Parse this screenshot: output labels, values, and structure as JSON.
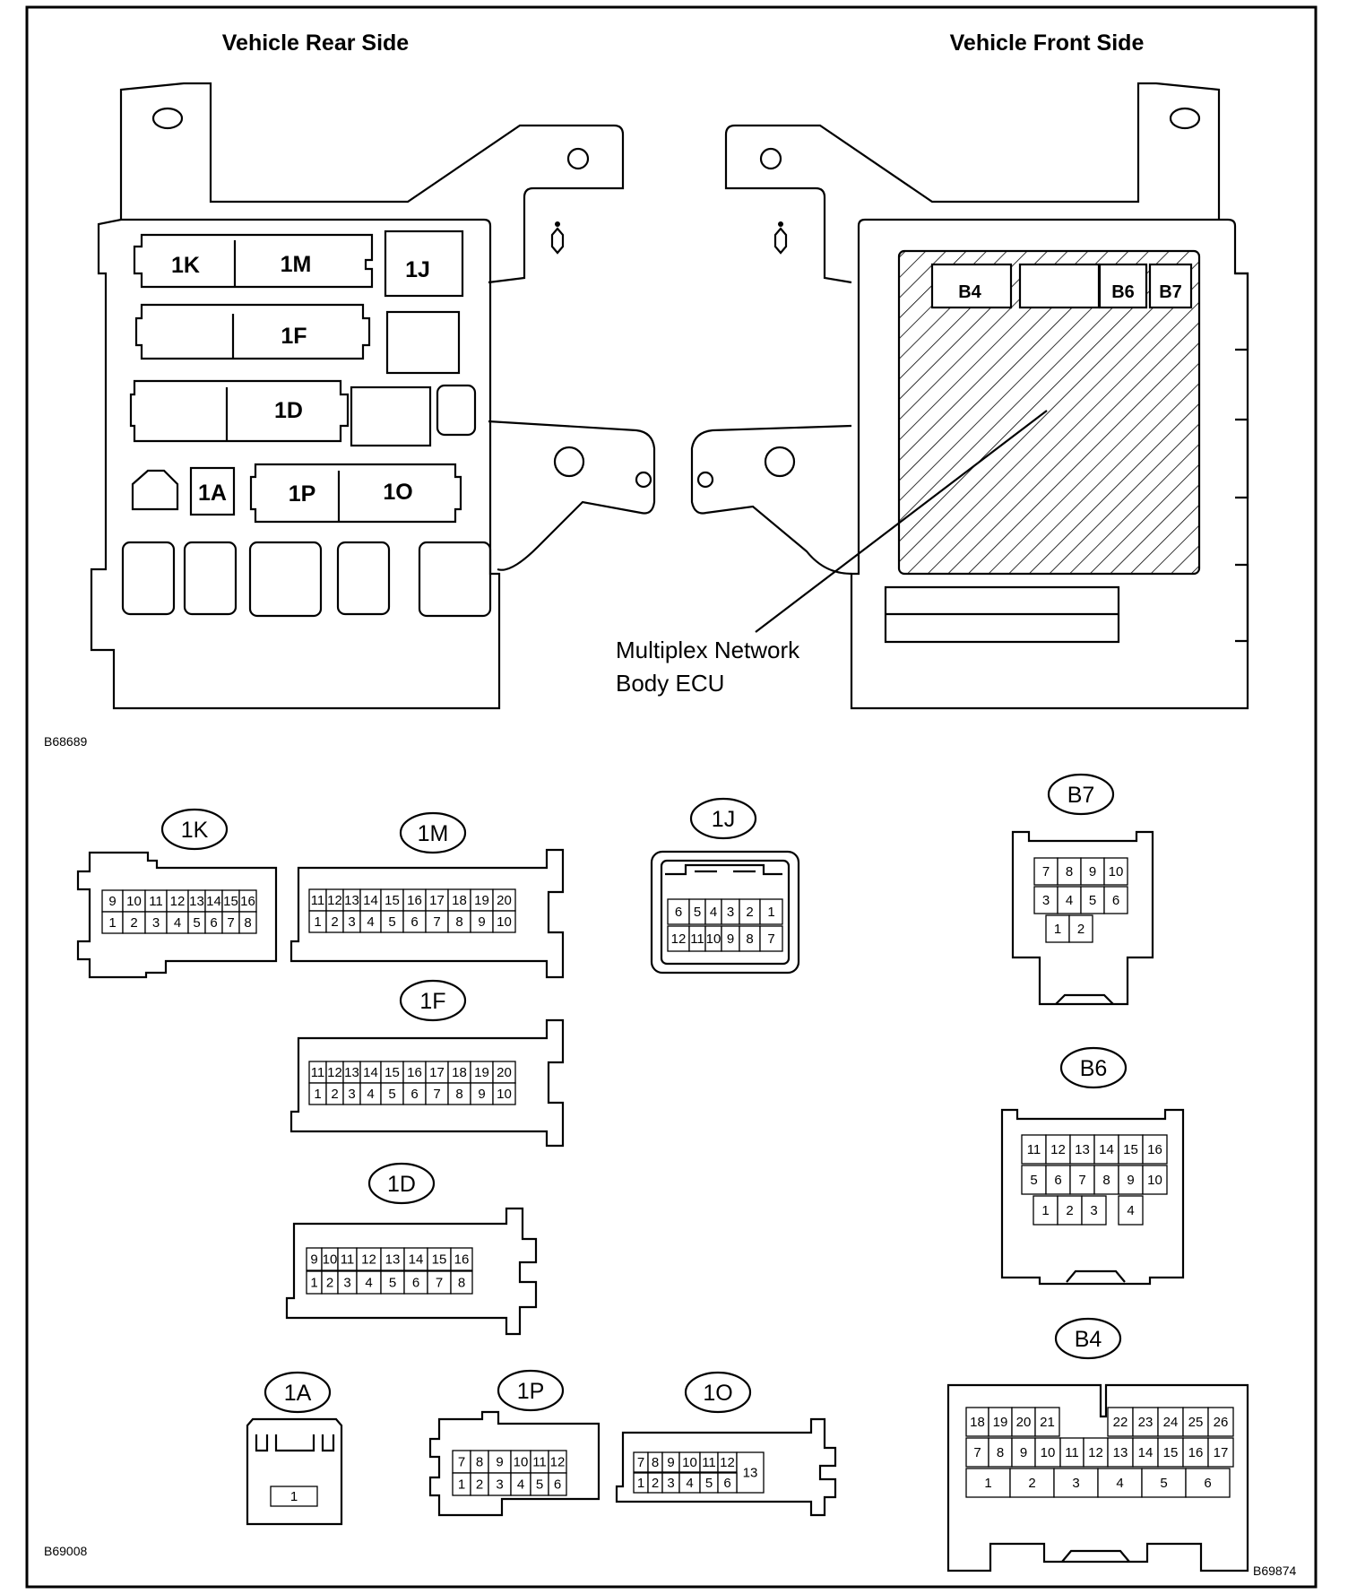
{
  "diagram": {
    "rear_title": "Vehicle Rear Side",
    "front_title": "Vehicle Front Side",
    "ecu_label_line1": "Multiplex Network",
    "ecu_label_line2": "Body ECU",
    "figure_ids": {
      "top": "B68689",
      "bottom_left": "B69008",
      "bottom_right": "B69874"
    },
    "rear_blocks": [
      "1K",
      "1M",
      "1J",
      "1F",
      "1D",
      "1A",
      "1P",
      "1O"
    ],
    "front_blocks": [
      "B4",
      "B6",
      "B7"
    ]
  },
  "connectors": [
    {
      "id": "1K",
      "label": "1K",
      "rows": [
        [
          "9",
          "10",
          "11",
          "12",
          "13",
          "14",
          "15",
          "16"
        ],
        [
          "1",
          "2",
          "3",
          "4",
          "5",
          "6",
          "7",
          "8"
        ]
      ]
    },
    {
      "id": "1M",
      "label": "1M",
      "rows": [
        [
          "11",
          "12",
          "13",
          "14",
          "15",
          "16",
          "17",
          "18",
          "19",
          "20"
        ],
        [
          "1",
          "2",
          "3",
          "4",
          "5",
          "6",
          "7",
          "8",
          "9",
          "10"
        ]
      ]
    },
    {
      "id": "1J",
      "label": "1J",
      "rows": [
        [
          "6",
          "5",
          "4",
          "3",
          "2",
          "1"
        ],
        [
          "12",
          "11",
          "10",
          "9",
          "8",
          "7"
        ]
      ]
    },
    {
      "id": "B7",
      "label": "B7",
      "rows": [
        [
          "7",
          "8",
          "9",
          "10"
        ],
        [
          "3",
          "4",
          "5",
          "6"
        ],
        [
          "1",
          "2"
        ]
      ]
    },
    {
      "id": "1F",
      "label": "1F",
      "rows": [
        [
          "11",
          "12",
          "13",
          "14",
          "15",
          "16",
          "17",
          "18",
          "19",
          "20"
        ],
        [
          "1",
          "2",
          "3",
          "4",
          "5",
          "6",
          "7",
          "8",
          "9",
          "10"
        ]
      ]
    },
    {
      "id": "B6",
      "label": "B6",
      "rows": [
        [
          "11",
          "12",
          "13",
          "14",
          "15",
          "16"
        ],
        [
          "5",
          "6",
          "7",
          "8",
          "9",
          "10"
        ],
        [
          "1",
          "2",
          "3",
          "4"
        ]
      ]
    },
    {
      "id": "1D",
      "label": "1D",
      "rows": [
        [
          "9",
          "10",
          "11",
          "12",
          "13",
          "14",
          "15",
          "16"
        ],
        [
          "1",
          "2",
          "3",
          "4",
          "5",
          "6",
          "7",
          "8"
        ]
      ]
    },
    {
      "id": "B4",
      "label": "B4",
      "rows": [
        [
          "18",
          "19",
          "20",
          "21",
          "22",
          "23",
          "24",
          "25",
          "26"
        ],
        [
          "7",
          "8",
          "9",
          "10",
          "11",
          "12",
          "13",
          "14",
          "15",
          "16",
          "17"
        ],
        [
          "1",
          "2",
          "3",
          "4",
          "5",
          "6"
        ]
      ]
    },
    {
      "id": "1A",
      "label": "1A",
      "rows": [
        [
          "1"
        ]
      ]
    },
    {
      "id": "1P",
      "label": "1P",
      "rows": [
        [
          "7",
          "8",
          "9",
          "10",
          "11",
          "12"
        ],
        [
          "1",
          "2",
          "3",
          "4",
          "5",
          "6"
        ]
      ]
    },
    {
      "id": "1O",
      "label": "1O",
      "rows": [
        [
          "7",
          "8",
          "9",
          "10",
          "11",
          "12",
          "13"
        ],
        [
          "1",
          "2",
          "3",
          "4",
          "5",
          "6"
        ]
      ]
    }
  ]
}
